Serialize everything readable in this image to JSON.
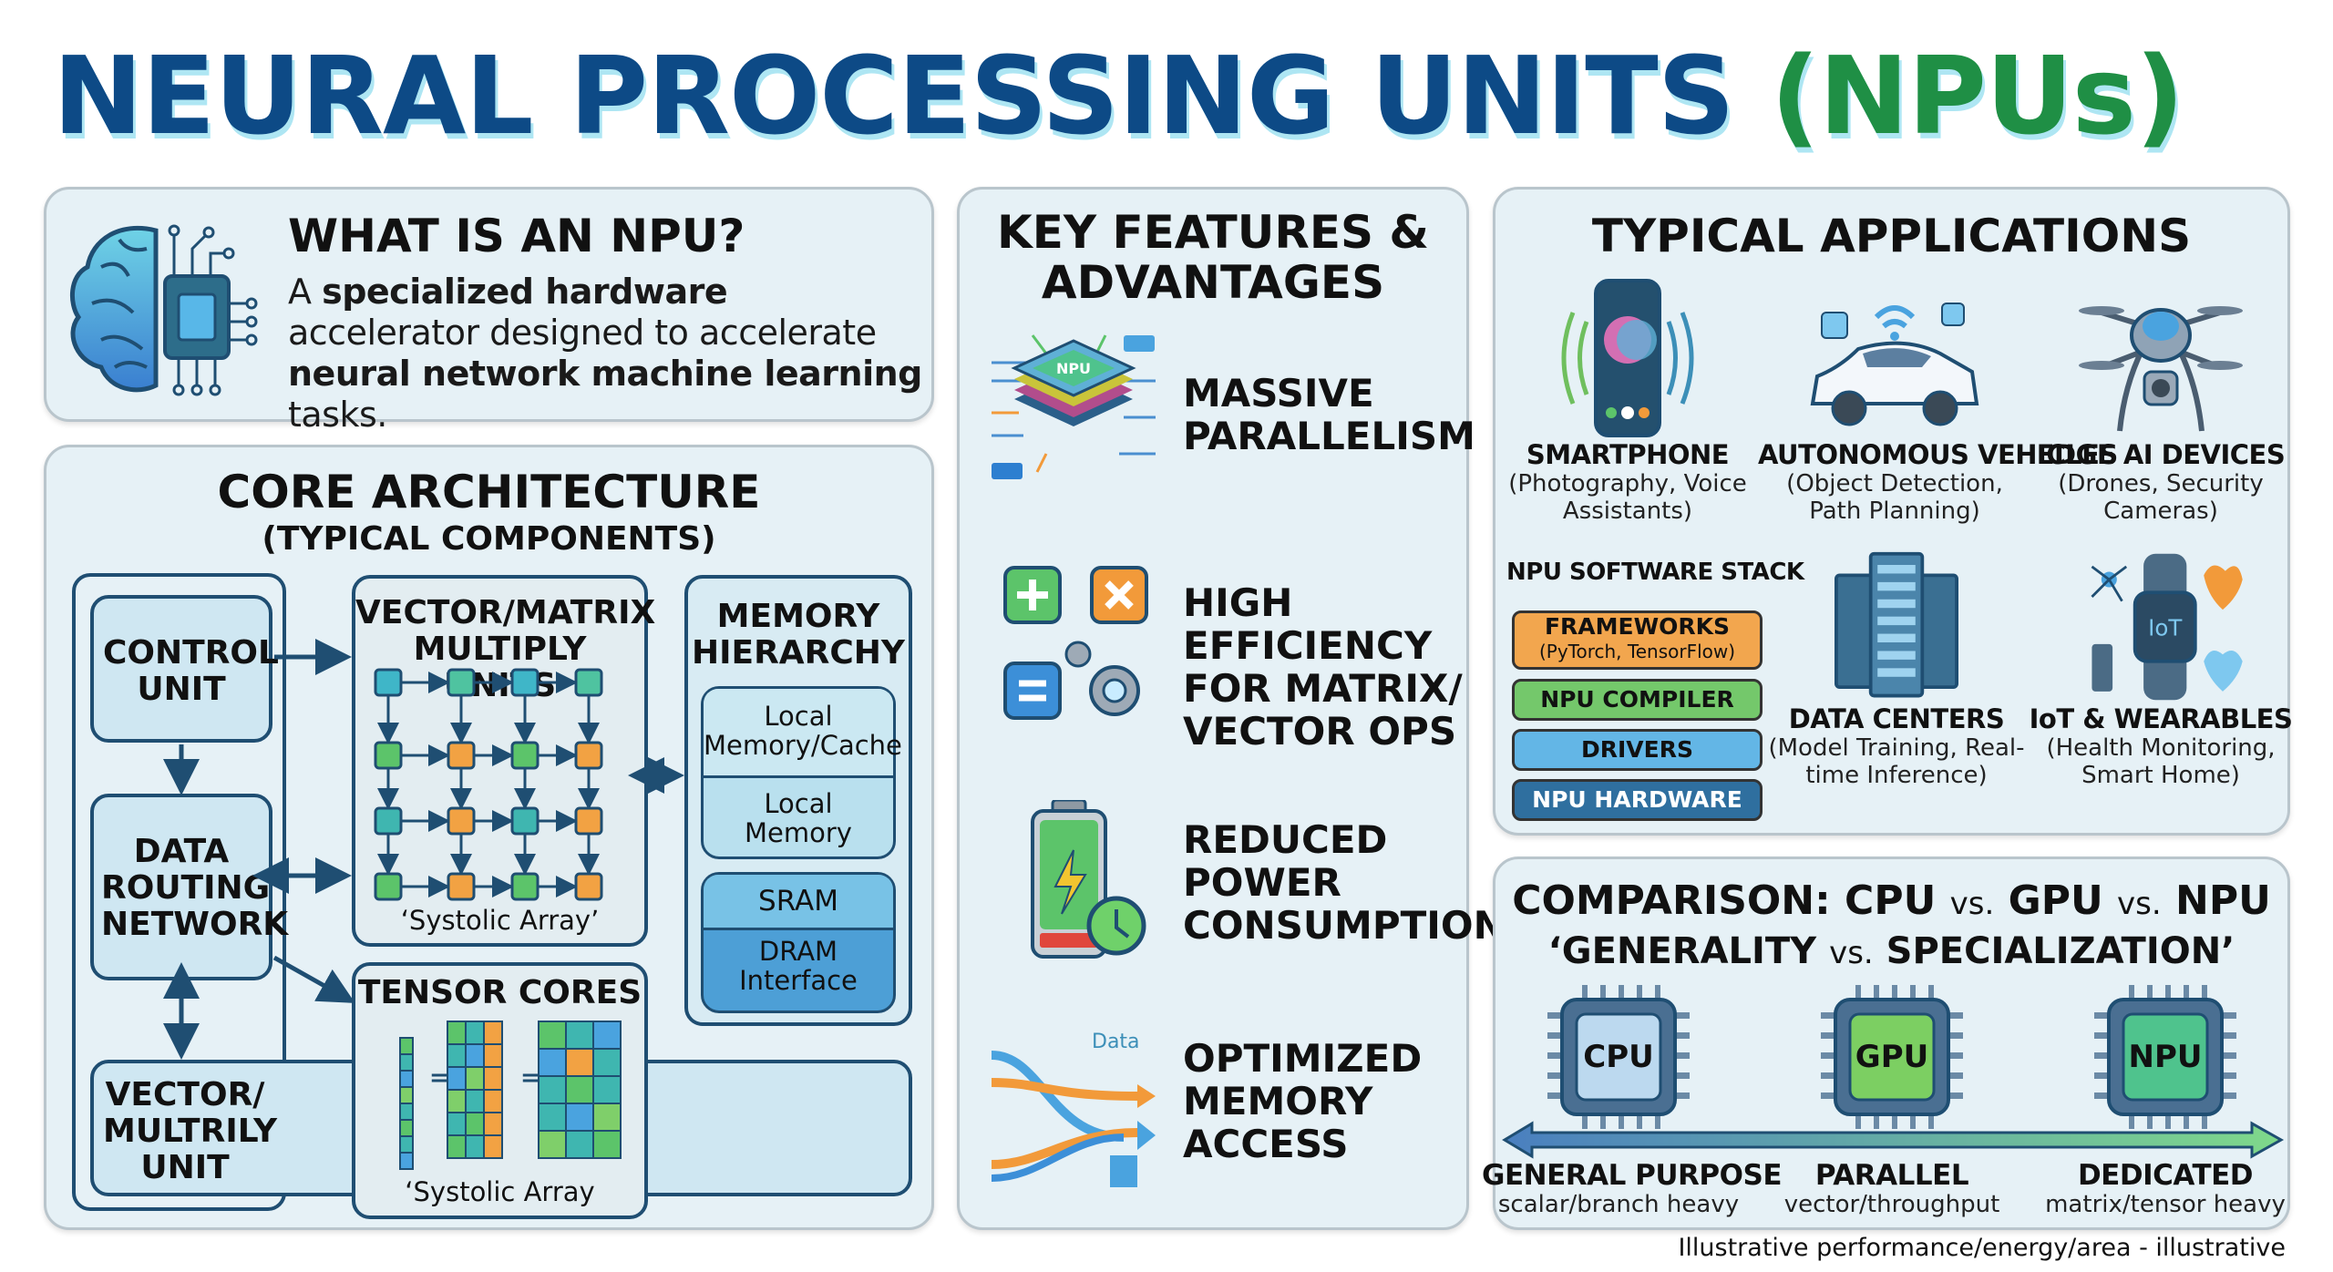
{
  "title": {
    "main": "NEURAL PROCESSING UNITS ",
    "accent": "(NPUs)"
  },
  "colors": {
    "title_blue": "#0d4a86",
    "title_green": "#1f8f45",
    "panel_bg": "#e6f1f6",
    "line_blue": "#1f4e72",
    "orange": "#f2a243",
    "green": "#5cc46a",
    "teal": "#3fb6b0"
  },
  "what_is": {
    "heading": "WHAT IS AN NPU?",
    "segments": [
      {
        "text": "A ",
        "bold": false
      },
      {
        "text": "specialized hardware",
        "bold": true
      },
      {
        "text": " accelerator designed to accelerate ",
        "bold": false
      },
      {
        "text": "neural network machine learning",
        "bold": true
      },
      {
        "text": " tasks.",
        "bold": false
      }
    ],
    "icon": "brain-chip-icon"
  },
  "core_architecture": {
    "heading": "CORE ARCHITECTURE",
    "subheading": "(TYPICAL COMPONENTS)",
    "control_unit": "CONTROL UNIT",
    "data_routing": "DATA ROUTING NETWORK",
    "vector_unit": "VECTOR/ MULTRILY UNIT",
    "matrix_units": {
      "title": "VECTOR/MATRIX MULTIPLY UNITS",
      "caption": "‘Systolic Array’"
    },
    "tensor_cores": {
      "title": "TENSOR CORES",
      "caption": "‘Systolic Array"
    },
    "memory": {
      "title": "MEMORY HIERARCHY",
      "levels": [
        "Local Memory/Cache",
        "Local Memory",
        "SRAM",
        "DRAM Interface"
      ]
    }
  },
  "features": {
    "heading": "KEY FEATURES & ADVANTAGES",
    "items": [
      {
        "label": "MASSIVE PARALLELISM",
        "icon": "npu-chip-stack-icon",
        "chip_text": "NPU"
      },
      {
        "label": "HIGH EFFICIENCY FOR MATRIX/ VECTOR OPS",
        "icon": "math-ops-gears-icon"
      },
      {
        "label": "REDUCED POWER CONSUMPTION",
        "icon": "battery-clock-icon"
      },
      {
        "label": "OPTIMIZED MEMORY ACCESS",
        "icon": "data-flow-arrows-icon",
        "icon_text": "Data"
      }
    ]
  },
  "applications": {
    "heading": "TYPICAL APPLICATIONS",
    "items": [
      {
        "name": "SMARTPHONE",
        "desc": "(Photography, Voice Assistants)",
        "icon": "smartphone-icon"
      },
      {
        "name": "AUTONOMOUS VEHICLES",
        "desc": "(Object Detection, Path Planning)",
        "icon": "car-icon"
      },
      {
        "name": "EDGE AI DEVICES",
        "desc": "(Drones, Security Cameras)",
        "icon": "drone-icon"
      },
      {
        "name": "DATA CENTERS",
        "desc": "(Model Training, Real-time Inference)",
        "icon": "server-rack-icon"
      },
      {
        "name": "IoT & WEARABLES",
        "desc": "(Health Monitoring, Smart Home)",
        "icon": "smartwatch-icon",
        "icon_text": "IoT"
      }
    ],
    "software_stack": {
      "title": "NPU SOFTWARE STACK",
      "layers": [
        {
          "label": "FRAMEWORKS",
          "sub": "(PyTorch, TensorFlow)",
          "color": "#f2a64e"
        },
        {
          "label": "NPU COMPILER",
          "sub": "",
          "color": "#74c86b"
        },
        {
          "label": "DRIVERS",
          "sub": "",
          "color": "#63b6e6"
        },
        {
          "label": "NPU HARDWARE",
          "sub": "",
          "color": "#2f6f9f"
        }
      ]
    }
  },
  "comparison": {
    "heading_parts": [
      "COMPARISON: CPU ",
      "vs.",
      " GPU ",
      "vs.",
      " NPU"
    ],
    "subheading_parts": [
      "‘GENERALITY ",
      "vs.",
      " SPECIALIZATION’"
    ],
    "chips": [
      {
        "label": "CPU",
        "title": "GENERAL PURPOSE",
        "desc": "scalar/branch heavy",
        "color": "#bcd9ef"
      },
      {
        "label": "GPU",
        "title": "PARALLEL",
        "desc": "vector/throughput",
        "color": "#7ccf62"
      },
      {
        "label": "NPU",
        "title": "DEDICATED",
        "desc": "matrix/tensor heavy",
        "color": "#4fc38d"
      }
    ]
  },
  "footnote": "Illustrative performance/energy/area - illustrative"
}
